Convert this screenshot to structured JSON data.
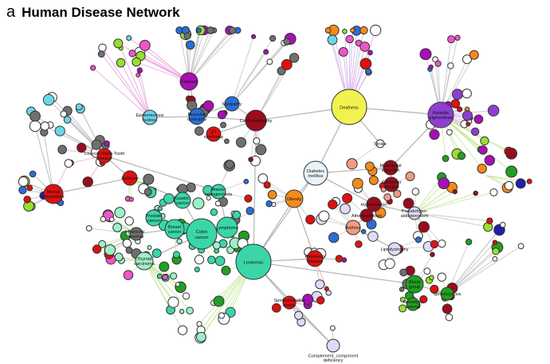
{
  "figure": {
    "panel_letter": "a",
    "title": "Human Disease Network"
  },
  "colors": {
    "red": "#e01010",
    "darkred": "#9a0c1c",
    "purple": "#a80fb5",
    "violet": "#8e3fd0",
    "blue": "#2a6fd8",
    "navy": "#2020a8",
    "cyan": "#6cd6ea",
    "teal": "#3ad6a8",
    "mint": "#9cf0c8",
    "green": "#20a020",
    "lime": "#96e030",
    "yellow": "#f2f24e",
    "orange": "#f58a1a",
    "salmon": "#f29a82",
    "lavender": "#dcdcf6",
    "paleblue": "#e8f4fa",
    "gray": "#707070",
    "white": "#ffffff",
    "pink": "#f055c8"
  },
  "diseases": [
    {
      "id": "deafness",
      "label": "Deafness",
      "color": "yellow"
    },
    {
      "id": "leukemia",
      "label": "Leukemia",
      "color": "teal"
    },
    {
      "id": "colon_cancer",
      "label": "Colon cancer",
      "color": "teal"
    },
    {
      "id": "breast_cancer",
      "label": "Breast cancer",
      "color": "teal"
    },
    {
      "id": "prostate_cancer",
      "label": "Prostate cancer",
      "color": "teal"
    },
    {
      "id": "thyroid_carcinoma",
      "label": "Thyroid carcinoma",
      "color": "mint"
    },
    {
      "id": "lymphoma",
      "label": "Lymphoma",
      "color": "teal"
    },
    {
      "id": "gastric_cancer",
      "label": "Gastric cancer",
      "color": "teal"
    },
    {
      "id": "ataxia_telangiectasia",
      "label": "Ataxia-telangiectasia",
      "color": "teal"
    },
    {
      "id": "fanconi_anemia",
      "label": "Fanconi anemia",
      "color": "gray"
    },
    {
      "id": "diabetes_mellitus",
      "label": "Diabetes mellitus",
      "color": "paleblue"
    },
    {
      "id": "obesity",
      "label": "Obesity",
      "color": "orange"
    },
    {
      "id": "cardiomyopathy",
      "label": "Cardiomyopathy",
      "color": "darkred"
    },
    {
      "id": "myopathy",
      "label": "Myopathy",
      "color": "blue"
    },
    {
      "id": "muscular_dystrophy",
      "label": "Muscular dystrophy",
      "color": "blue"
    },
    {
      "id": "qt_syndrome",
      "label": "QT syndrome",
      "color": "red"
    },
    {
      "id": "cataract",
      "label": "Cataract",
      "color": "purple"
    },
    {
      "id": "epidermolysis_bullosa",
      "label": "Epidermolysis bullosa",
      "color": "cyan"
    },
    {
      "id": "charcot_marie_tooth",
      "label": "Charcot-Marie-Tooth disease",
      "color": "red"
    },
    {
      "id": "epilepsy",
      "label": "Epilepsy",
      "color": "red"
    },
    {
      "id": "mental_retardation",
      "label": "Mental retardation",
      "color": "red"
    },
    {
      "id": "retinitis_pigmentosa",
      "label": "Retinitis pigmentosa",
      "color": "violet"
    },
    {
      "id": "stroke",
      "label": "Stroke",
      "color": "white"
    },
    {
      "id": "myocardial_infarction",
      "label": "Myocardial infarction",
      "color": "darkred"
    },
    {
      "id": "alzheimer_disease",
      "label": "Alzheimer disease",
      "color": "darkred"
    },
    {
      "id": "hypertension",
      "label": "Hypertension",
      "color": "darkred"
    },
    {
      "id": "atherosclerosis",
      "label": "Atherosclerosis",
      "color": "darkred"
    },
    {
      "id": "hypoaldosteronism",
      "label": "Pseudohypo-aldosteronism",
      "color": "lavender"
    },
    {
      "id": "asthma",
      "label": "Asthma",
      "color": "salmon"
    },
    {
      "id": "lipodystrophy",
      "label": "Lipodystrophy",
      "color": "lavender"
    },
    {
      "id": "parkinson_disease",
      "label": "Parkinson disease",
      "color": "red"
    },
    {
      "id": "spinocerebellar_ataxia",
      "label": "Spinocerebellar ataxia",
      "color": "red"
    },
    {
      "id": "complement_deficiency",
      "label": "Complement_component deficiency",
      "color": "lavender"
    },
    {
      "id": "blood_group",
      "label": "Blood group",
      "color": "green"
    },
    {
      "id": "spherocytosis",
      "label": "Spherocytosis",
      "color": "green"
    },
    {
      "id": "hemolytic_anemia",
      "label": "Hemolytic anemia",
      "color": "green"
    }
  ]
}
